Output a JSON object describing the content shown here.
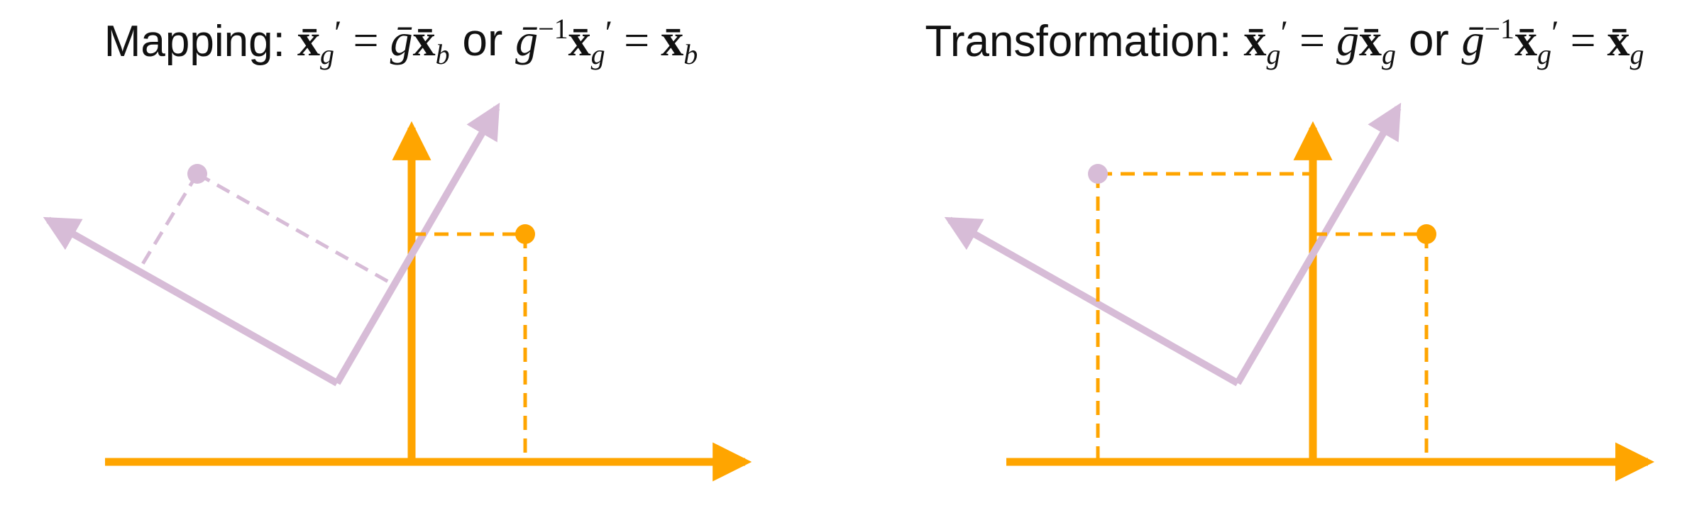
{
  "colors": {
    "world_frame": "#ffa500",
    "body_frame": "#d7bcd7",
    "text": "#111111",
    "background": "#ffffff"
  },
  "panels": [
    {
      "id": "mapping",
      "label": "Mapping:",
      "equation_1": {
        "lhs": "x̄",
        "lhs_sub": "g",
        "lhs_prime": "′",
        "op": " = ",
        "g": "ḡ",
        "rhs": "x̄",
        "rhs_sub": "b"
      },
      "connector": " or ",
      "equation_2": {
        "g": "ḡ",
        "g_sup": "−1",
        "lhs": "x̄",
        "lhs_sub": "g",
        "lhs_prime": "′",
        "op": " = ",
        "rhs": "x̄",
        "rhs_sub": "b"
      }
    },
    {
      "id": "transformation",
      "label": "Transformation:",
      "equation_1": {
        "lhs": "x̄",
        "lhs_sub": "g",
        "lhs_prime": "′",
        "op": " = ",
        "g": "ḡ",
        "rhs": "x̄",
        "rhs_sub": "g"
      },
      "connector": " or ",
      "equation_2": {
        "g": "ḡ",
        "g_sup": "−1",
        "lhs": "x̄",
        "lhs_sub": "g",
        "lhs_prime": "′",
        "op": " = ",
        "rhs": "x̄",
        "rhs_sub": "g"
      }
    }
  ]
}
